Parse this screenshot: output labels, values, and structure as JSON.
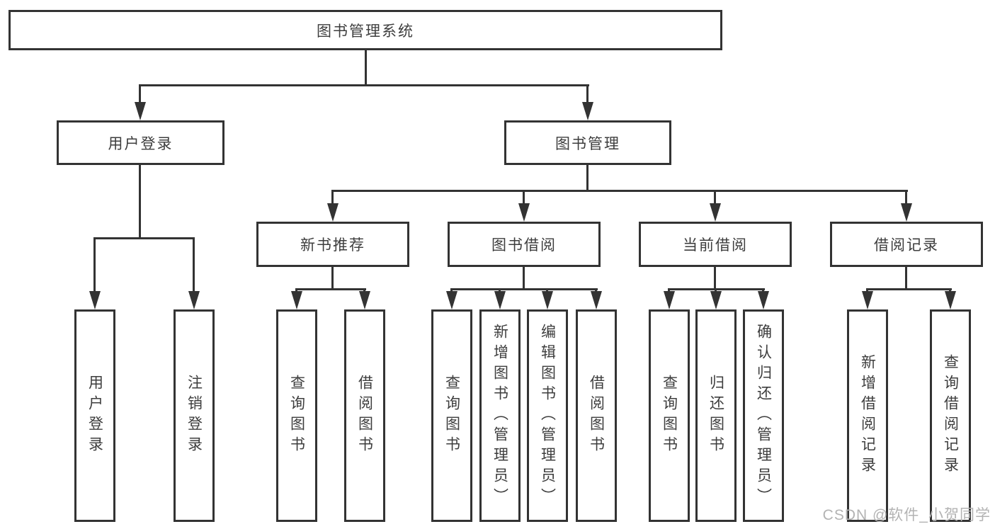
{
  "tree": {
    "root": {
      "label": "图书管理系统"
    },
    "branches": [
      {
        "label": "用户登录",
        "children": [
          {
            "label": "用户登录"
          },
          {
            "label": "注销登录"
          }
        ]
      },
      {
        "label": "图书管理",
        "children": [
          {
            "label": "新书推荐",
            "children": [
              {
                "label": "查询图书"
              },
              {
                "label": "借阅图书"
              }
            ]
          },
          {
            "label": "图书借阅",
            "children": [
              {
                "label": "查询图书"
              },
              {
                "label": "新增图书（管理员）"
              },
              {
                "label": "编辑图书（管理员）"
              },
              {
                "label": "借阅图书"
              }
            ]
          },
          {
            "label": "当前借阅",
            "children": [
              {
                "label": "查询图书"
              },
              {
                "label": "归还图书"
              },
              {
                "label": "确认归还（管理员）"
              }
            ]
          },
          {
            "label": "借阅记录",
            "children": [
              {
                "label": "新增借阅记录"
              },
              {
                "label": "查询借阅记录"
              }
            ]
          }
        ]
      }
    ]
  },
  "watermark": {
    "text": "CSDN @软件_小贺同学"
  },
  "colors": {
    "line": "#333333",
    "text": "#3d3d3d",
    "box_fill": "#ffffff",
    "background": "#ffffff",
    "watermark": "#b3b3b3"
  }
}
